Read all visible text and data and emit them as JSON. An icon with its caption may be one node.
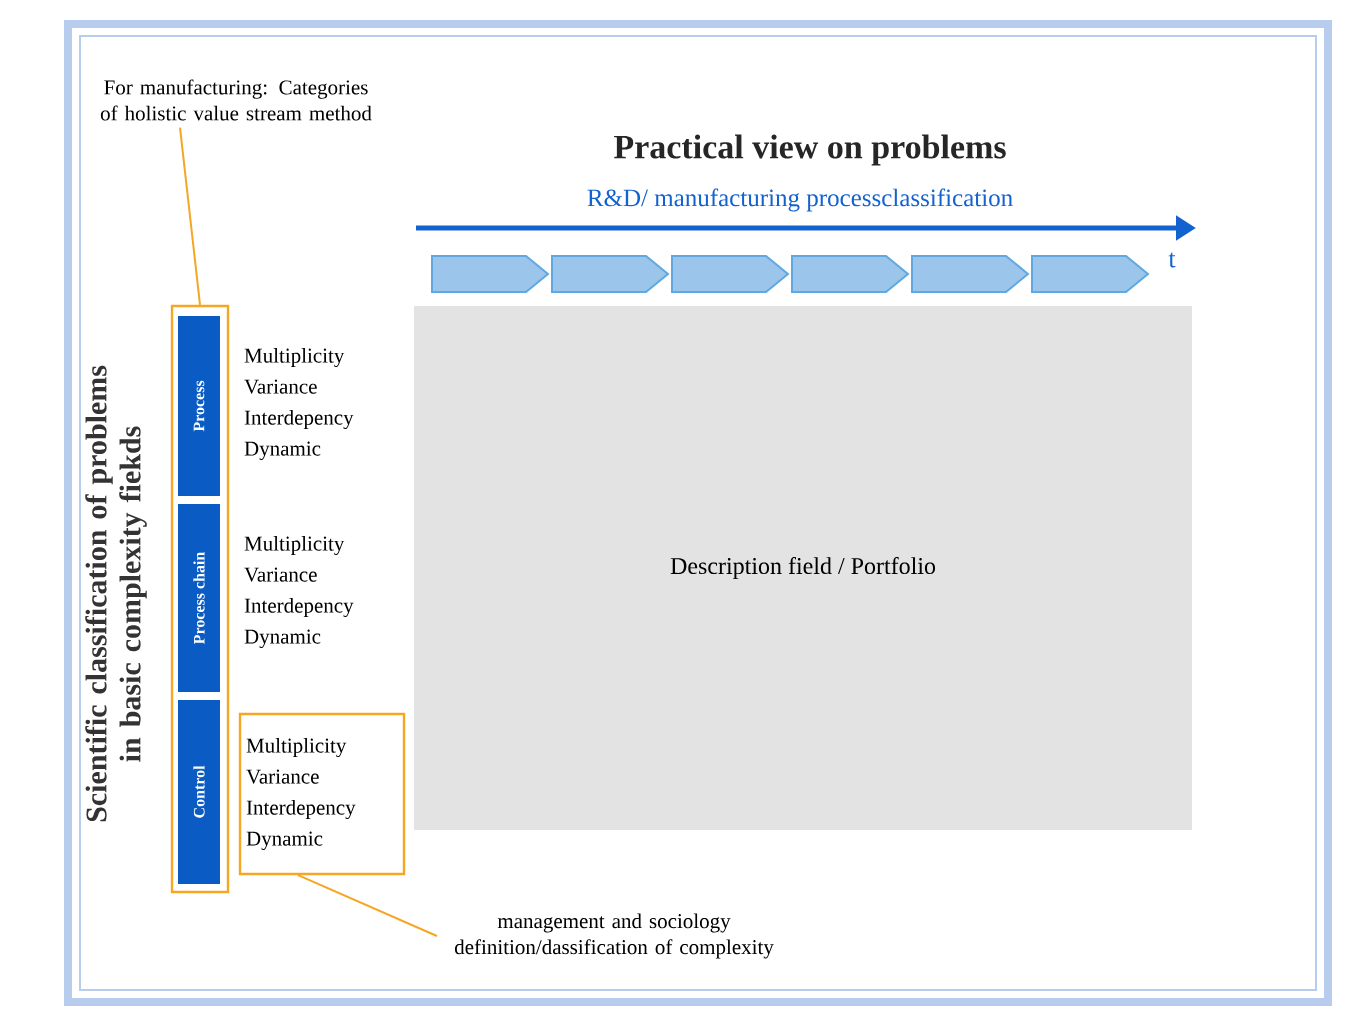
{
  "diagram": {
    "title": "Practical view on problems",
    "nodes": [
      {
        "text": [
          "For manufacturing: Categories of holistic value stream method"
        ]
      },
      {
        "text": [],
        "shape": "box"
      },
      {
        "text": [
          "Process"
        ],
        "in": 1
      },
      {
        "text": [
          "Process chain"
        ],
        "in": 1
      },
      {
        "text": [
          "Control"
        ],
        "in": 1
      },
      {
        "text": [
          "Multiplicity Variance Interdepency Dynamic"
        ]
      },
      {
        "text": [
          "management and sociology definition/dassification of complexity"
        ]
      },
      {
        "text": [
          "Description field / Portfolio"
        ]
      }
    ],
    "edges": [
      {
        "from": 0,
        "to": 1,
        "arrow": "none"
      },
      {
        "from": 6,
        "to": 5,
        "arrow": "none"
      }
    ],
    "labels": [
      "R&D/ manufacturing processclassification",
      "t",
      "Scientific classification of problems in basic complexity fiekds",
      "Multiplicity Variance Interdepency Dynamic",
      "Multiplicity Variance Interdepency Dynamic"
    ]
  }
}
